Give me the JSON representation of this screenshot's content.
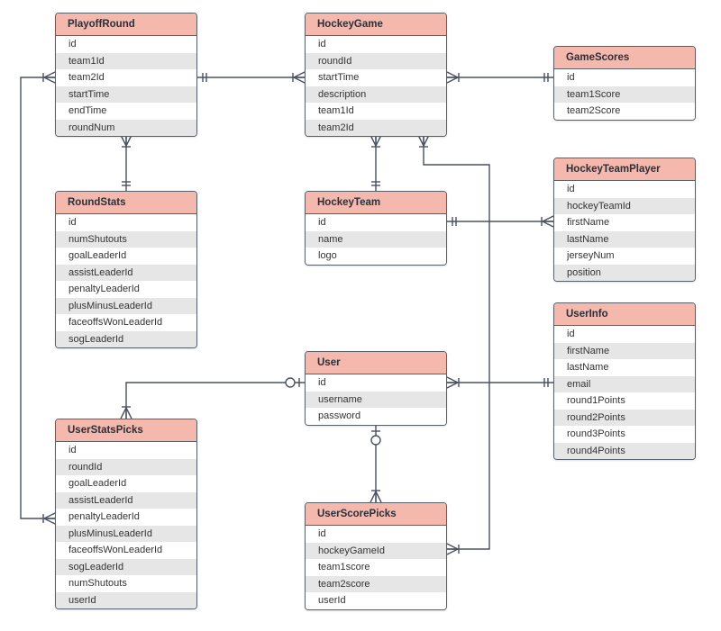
{
  "colors": {
    "header": "#f4b8ad",
    "line": "#4a5060",
    "stripe": "#e6e6e6"
  },
  "entities": [
    {
      "id": "PlayoffRound",
      "name": "PlayoffRound",
      "fields": [
        "id",
        "team1Id",
        "team2Id",
        "startTime",
        "endTime",
        "roundNum"
      ]
    },
    {
      "id": "HockeyGame",
      "name": "HockeyGame",
      "fields": [
        "id",
        "roundId",
        "startTime",
        "description",
        "team1Id",
        "team2Id"
      ]
    },
    {
      "id": "GameScores",
      "name": "GameScores",
      "fields": [
        "id",
        "team1Score",
        "team2Score"
      ]
    },
    {
      "id": "RoundStats",
      "name": "RoundStats",
      "fields": [
        "id",
        "numShutouts",
        "goalLeaderId",
        "assistLeaderId",
        "penaltyLeaderId",
        "plusMinusLeaderId",
        "faceoffsWonLeaderId",
        "sogLeaderId"
      ]
    },
    {
      "id": "HockeyTeam",
      "name": "HockeyTeam",
      "fields": [
        "id",
        "name",
        "logo"
      ]
    },
    {
      "id": "HockeyTeamPlayer",
      "name": "HockeyTeamPlayer",
      "fields": [
        "id",
        "hockeyTeamId",
        "firstName",
        "lastName",
        "jerseyNum",
        "position"
      ]
    },
    {
      "id": "UserInfo",
      "name": "UserInfo",
      "fields": [
        "id",
        "firstName",
        "lastName",
        "email",
        "round1Points",
        "round2Points",
        "round3Points",
        "round4Points"
      ]
    },
    {
      "id": "User",
      "name": "User",
      "fields": [
        "id",
        "username",
        "password"
      ]
    },
    {
      "id": "UserStatsPicks",
      "name": "UserStatsPicks",
      "fields": [
        "id",
        "roundId",
        "goalLeaderId",
        "assistLeaderId",
        "penaltyLeaderId",
        "plusMinusLeaderId",
        "faceoffsWonLeaderId",
        "sogLeaderId",
        "numShutouts",
        "userId"
      ]
    },
    {
      "id": "UserScorePicks",
      "name": "UserScorePicks",
      "fields": [
        "id",
        "hockeyGameId",
        "team1score",
        "team2score",
        "userId"
      ]
    }
  ],
  "relationships": [
    {
      "from": "PlayoffRound",
      "to": "HockeyGame",
      "from_end": "one",
      "to_end": "many"
    },
    {
      "from": "HockeyGame",
      "to": "GameScores",
      "from_end": "many",
      "to_end": "one"
    },
    {
      "from": "PlayoffRound",
      "to": "RoundStats",
      "from_end": "many",
      "to_end": "one"
    },
    {
      "from": "HockeyGame",
      "to": "HockeyTeam",
      "from_end": "many",
      "to_end": "one"
    },
    {
      "from": "HockeyTeam",
      "to": "HockeyTeamPlayer",
      "from_end": "one",
      "to_end": "many"
    },
    {
      "from": "User",
      "to": "UserInfo",
      "from_end": "many",
      "to_end": "one"
    },
    {
      "from": "User",
      "to": "UserStatsPicks",
      "from_end": "zero-or-one",
      "to_end": "many"
    },
    {
      "from": "PlayoffRound",
      "to": "UserStatsPicks",
      "from_end": "many",
      "to_end": "many"
    },
    {
      "from": "User",
      "to": "UserScorePicks",
      "from_end": "one-or-zero",
      "to_end": "many"
    },
    {
      "from": "HockeyGame",
      "to": "UserScorePicks",
      "from_end": "many",
      "to_end": "many"
    }
  ]
}
